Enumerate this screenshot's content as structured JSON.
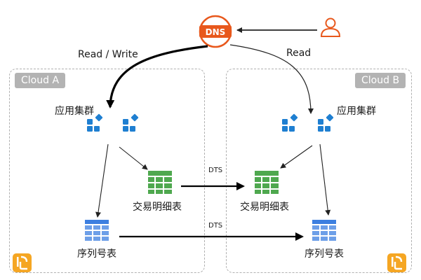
{
  "clouds": {
    "a": {
      "label": "Cloud A"
    },
    "b": {
      "label": "Cloud B"
    }
  },
  "dns": {
    "label": "DNS"
  },
  "edges": {
    "read_write": "Read / Write",
    "read": "Read",
    "dts_top": "DTS",
    "dts_bottom": "DTS"
  },
  "cluster_a": {
    "label": "应用集群"
  },
  "cluster_b": {
    "label": "应用集群"
  },
  "detail_table_a": {
    "label": "交易明细表"
  },
  "detail_table_b": {
    "label": "交易明细表"
  },
  "seq_table_a": {
    "label": "序列号表"
  },
  "seq_table_b": {
    "label": "序列号表"
  },
  "colors": {
    "dns": "#e8581c",
    "user": "#e8581c",
    "cluster": "#1f7fd1",
    "detail_table": "#4fa84f",
    "seq_table": "#3c7fe0",
    "dts_glow": "#4a90d9",
    "idc": "#f5a623"
  }
}
